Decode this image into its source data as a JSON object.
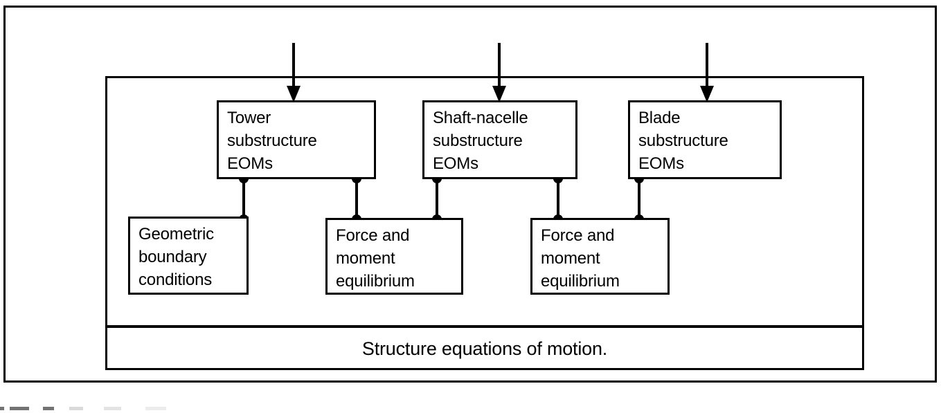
{
  "figure": {
    "caption": "Structure equations of motion.",
    "colors": {
      "line": "#000000",
      "background": "#ffffff"
    }
  },
  "top_boxes": [
    {
      "id": "tower",
      "label": "Tower\nsubstructure\nEOMs"
    },
    {
      "id": "shaft-nacelle",
      "label": "Shaft-nacelle\nsubstructure\nEOMs"
    },
    {
      "id": "blade",
      "label": "Blade\nsubstructure\nEOMs"
    }
  ],
  "bottom_boxes": [
    {
      "id": "geometric-boundary-conditions",
      "label": "Geometric\nboundary\nconditions"
    },
    {
      "id": "force-moment-equilibrium-1",
      "label": "Force and\nmoment\nequilibrium"
    },
    {
      "id": "force-moment-equilibrium-2",
      "label": "Force and\nmoment\nequilibrium"
    }
  ],
  "input_arrows": [
    {
      "id": "arrow-into-tower",
      "target": "tower"
    },
    {
      "id": "arrow-into-shaft-nacelle",
      "target": "shaft-nacelle"
    },
    {
      "id": "arrow-into-blade",
      "target": "blade"
    }
  ],
  "connectors": [
    {
      "id": "tower-to-geometric",
      "from": "tower",
      "to": "geometric-boundary-conditions"
    },
    {
      "id": "tower-to-force-1",
      "from": "tower",
      "to": "force-moment-equilibrium-1"
    },
    {
      "id": "shaft-to-force-1",
      "from": "shaft-nacelle",
      "to": "force-moment-equilibrium-1"
    },
    {
      "id": "shaft-to-force-2",
      "from": "shaft-nacelle",
      "to": "force-moment-equilibrium-2"
    },
    {
      "id": "blade-to-force-2",
      "from": "blade",
      "to": "force-moment-equilibrium-2"
    }
  ]
}
